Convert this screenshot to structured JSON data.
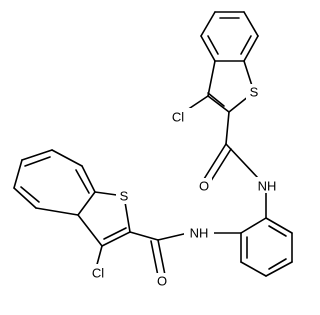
{
  "molecule": {
    "atom_labels": {
      "s_top": "S",
      "cl_top": "Cl",
      "o_top": "O",
      "nh_top": "NH",
      "s_left": "S",
      "cl_bottom": "Cl",
      "nh_middle": "NH",
      "o_bottom": "O"
    }
  },
  "colors": {
    "bond": "#000000",
    "label": "#000000",
    "background": "#ffffff"
  }
}
